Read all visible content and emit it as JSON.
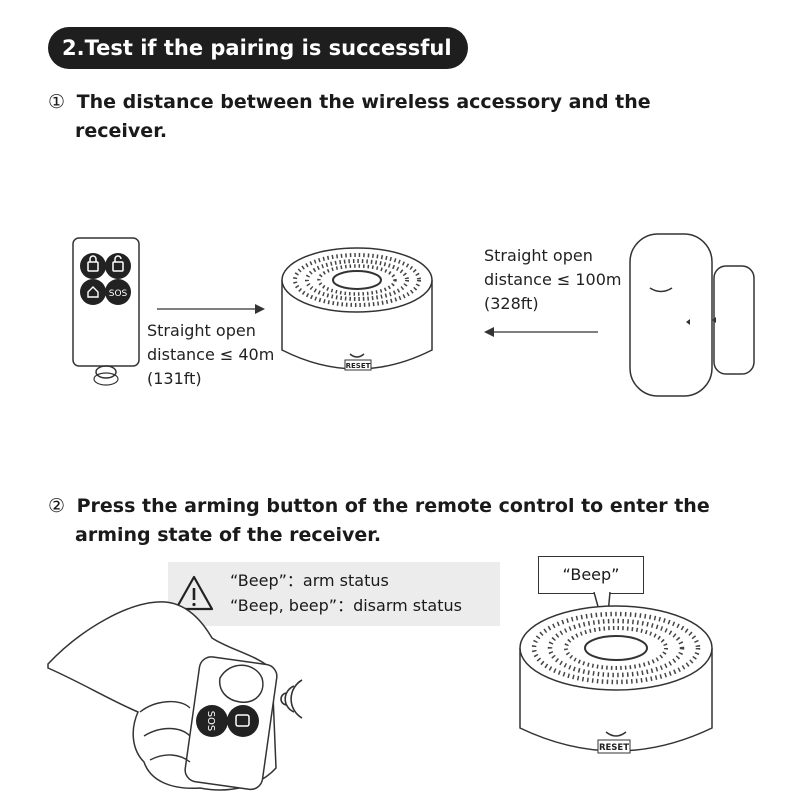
{
  "heading": "2.Test if the pairing is successful",
  "step1": {
    "number": "①",
    "line1": "The distance between the wireless accessory and the",
    "line2": "receiver."
  },
  "remote_distance": {
    "line1": "Straight open",
    "line2": "distance ≤ 40m",
    "line3": "(131ft)"
  },
  "sensor_distance": {
    "line1": "Straight open",
    "line2": "distance ≤ 100m",
    "line3": "(328ft)"
  },
  "step2": {
    "number": "②",
    "line1": "Press the arming button of the remote control to enter the",
    "line2": "arming state of the receiver."
  },
  "warning": {
    "icon": "warning-triangle-icon",
    "arm": "“Beep”：arm status",
    "disarm": "“Beep, beep”：disarm status"
  },
  "speech": "“Beep”",
  "labels": {
    "reset": "RESET",
    "sos": "SOS"
  }
}
